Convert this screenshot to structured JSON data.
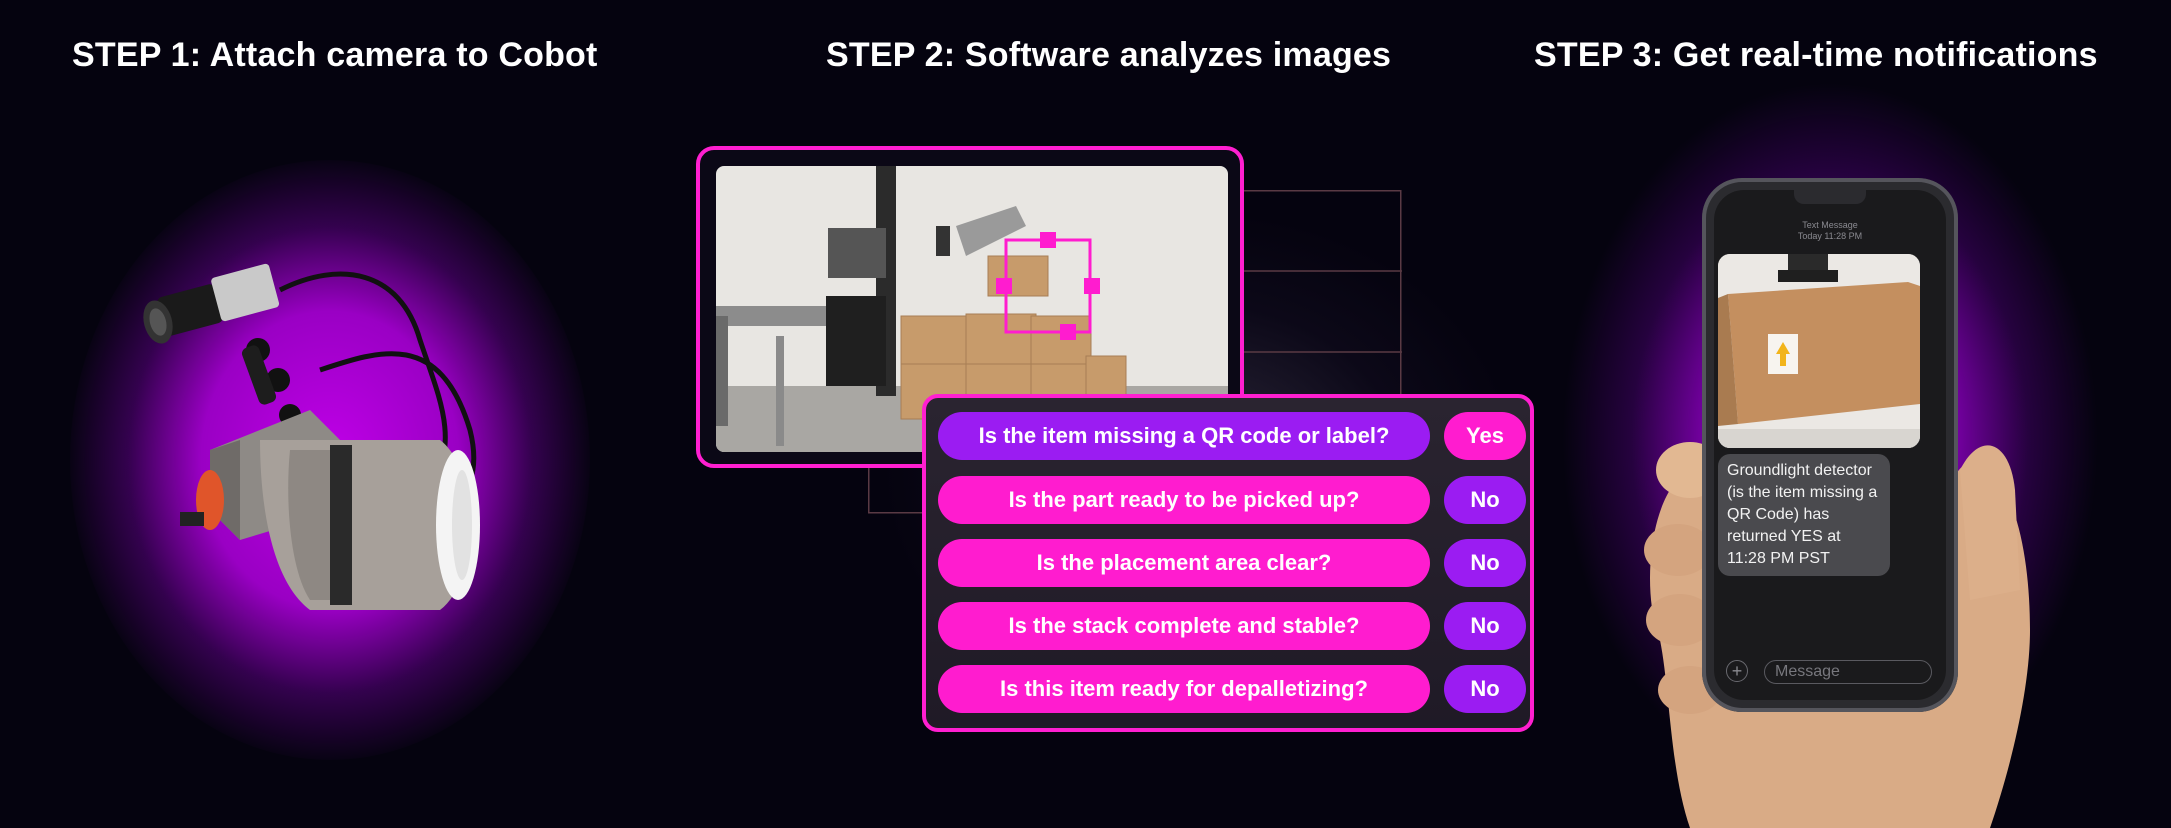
{
  "steps": {
    "step1_title": "STEP 1: Attach camera to Cobot",
    "step2_title": "STEP 2: Software analyzes images",
    "step3_title": "STEP 3: Get real-time notifications"
  },
  "questions": [
    {
      "question": "Is the item missing a QR code or label?",
      "answer": "Yes",
      "active": true
    },
    {
      "question": "Is the part ready to be picked up?",
      "answer": "No",
      "active": false
    },
    {
      "question": "Is the placement area clear?",
      "answer": "No",
      "active": false
    },
    {
      "question": "Is the stack complete and stable?",
      "answer": "No",
      "active": false
    },
    {
      "question": "Is this item ready for depalletizing?",
      "answer": "No",
      "active": false
    }
  ],
  "phone": {
    "meta_line1": "Text Message",
    "meta_line2": "Today 11:28 PM",
    "bubble_text": "Groundlight detector (is the item missing a QR Code) has returned YES at 11:28 PM PST",
    "input_placeholder": "Message"
  },
  "colors": {
    "background": "#05030f",
    "magenta": "#ff1ccf",
    "purple": "#9b1cf2",
    "glow": "#c000e8"
  },
  "icons": [
    "camera-device-illustration",
    "bounding-box-icon",
    "plus-icon",
    "phone-illustration"
  ]
}
